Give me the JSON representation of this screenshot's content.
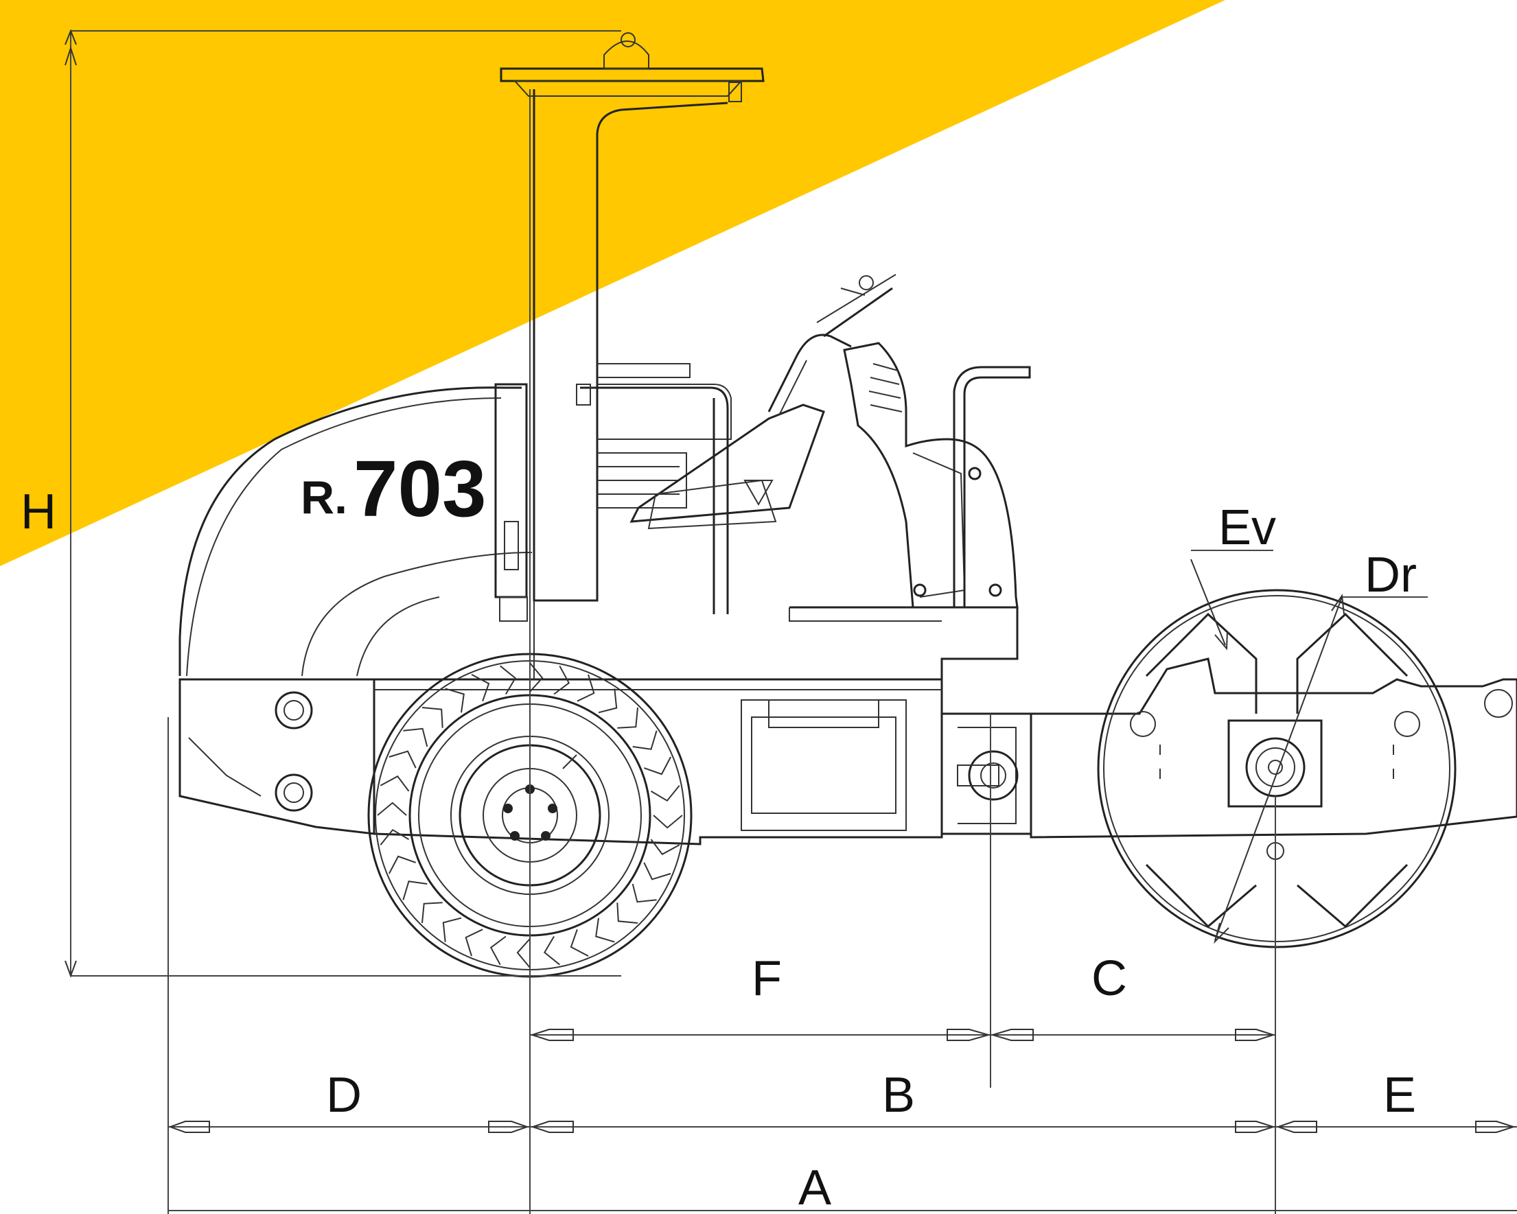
{
  "model": {
    "prefix": "R.",
    "number": "703"
  },
  "dimension_labels": {
    "height": "H",
    "wheelbase_front": "F",
    "wheelbase_rear": "C",
    "rear_overhang": "D",
    "wheelbase": "B",
    "front_overhang": "E",
    "overall_length": "A",
    "drum_vertical": "Ev",
    "drum_radius": "Dr"
  },
  "colors": {
    "accent": "#ffc800",
    "line": "#333333",
    "background": "#ffffff"
  },
  "icons": {
    "machine": "single-drum-soil-compactor-drawing"
  }
}
